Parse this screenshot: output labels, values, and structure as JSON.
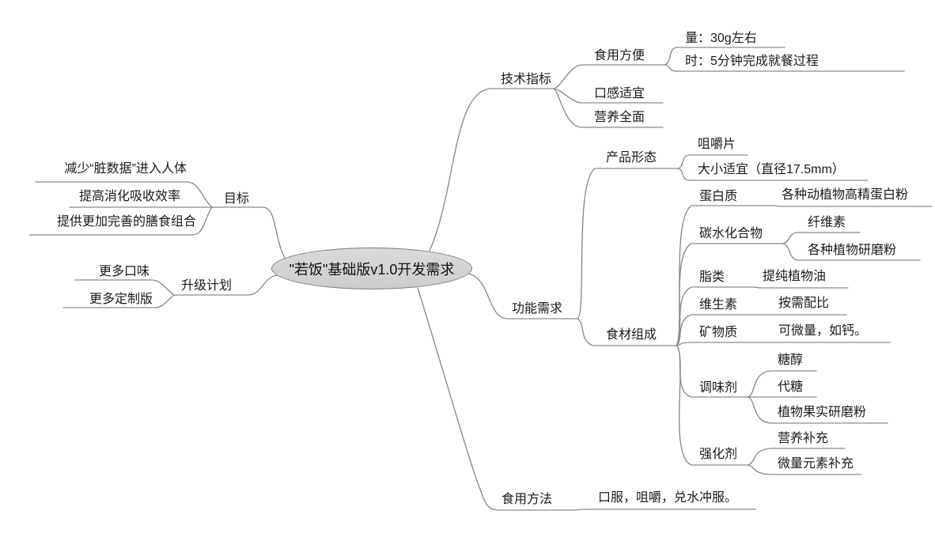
{
  "theme": {
    "colors": {
      "line": "#8a8a8a",
      "text": "#1a1a1a",
      "node-fill-top": "#dadada",
      "node-fill-bottom": "#cdcdcd",
      "node-stroke": "#7e7e7e"
    }
  },
  "map": {
    "root": {
      "label": "\"若饭\"基础版v1.0开发需求",
      "children": [
        {
          "label": "目标",
          "children": [
            {
              "label": "减少“脏数据”进入人体"
            },
            {
              "label": "提高消化吸收效率"
            },
            {
              "label": "提供更加完善的膳食组合"
            }
          ]
        },
        {
          "label": "升级计划",
          "children": [
            {
              "label": "更多口味"
            },
            {
              "label": "更多定制版"
            }
          ]
        },
        {
          "label": "技术指标",
          "children": [
            {
              "label": "食用方便",
              "children": [
                {
                  "label": "量：30g左右"
                },
                {
                  "label": "时：5分钟完成就餐过程"
                }
              ]
            },
            {
              "label": "口感适宜"
            },
            {
              "label": "营养全面"
            }
          ]
        },
        {
          "label": "功能需求",
          "children": [
            {
              "label": "产品形态",
              "children": [
                {
                  "label": "咀嚼片"
                },
                {
                  "label": "大小适宜（直径17.5mm）"
                }
              ]
            },
            {
              "label": "食材组成",
              "children": [
                {
                  "label": "蛋白质",
                  "children": [
                    {
                      "label": "各种动植物高精蛋白粉"
                    }
                  ]
                },
                {
                  "label": "碳水化合物",
                  "children": [
                    {
                      "label": "纤维素"
                    },
                    {
                      "label": "各种植物研磨粉"
                    }
                  ]
                },
                {
                  "label": "脂类",
                  "children": [
                    {
                      "label": "提纯植物油"
                    }
                  ]
                },
                {
                  "label": "维生素",
                  "children": [
                    {
                      "label": "按需配比"
                    }
                  ]
                },
                {
                  "label": "矿物质",
                  "children": [
                    {
                      "label": "可微量，如钙。"
                    }
                  ]
                },
                {
                  "label": "调味剂",
                  "children": [
                    {
                      "label": "糖醇"
                    },
                    {
                      "label": "代糖"
                    },
                    {
                      "label": "植物果实研磨粉"
                    }
                  ]
                },
                {
                  "label": "强化剂",
                  "children": [
                    {
                      "label": "营养补充"
                    },
                    {
                      "label": "微量元素补充"
                    }
                  ]
                }
              ]
            }
          ]
        },
        {
          "label": "食用方法",
          "children": [
            {
              "label": "口服，咀嚼，兑水冲服。"
            }
          ]
        }
      ]
    }
  }
}
